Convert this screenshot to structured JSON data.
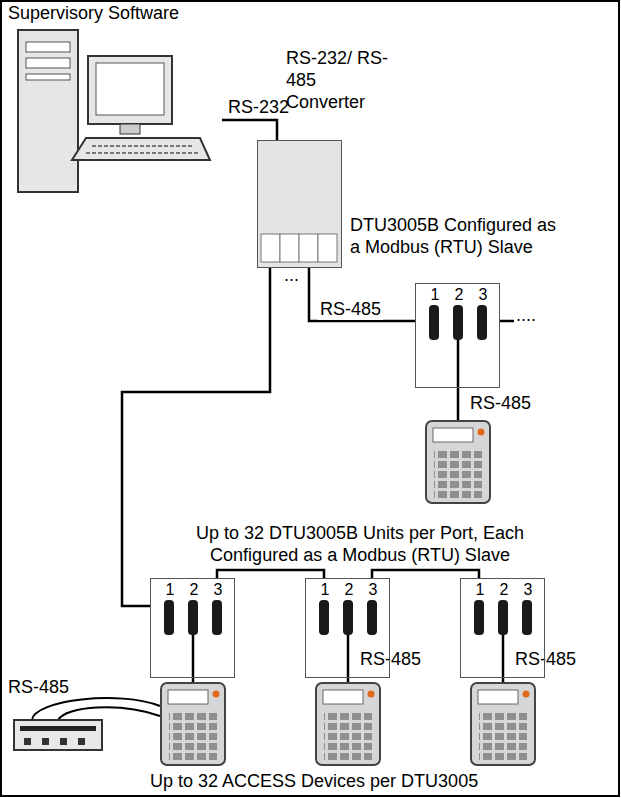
{
  "diagram": {
    "nodes": [
      {
        "text": [
          "Supervisory Software"
        ]
      },
      {
        "text": [
          "RS-232/ RS-485 Converter"
        ]
      },
      {
        "text": [
          "1",
          "2",
          "3"
        ]
      },
      {
        "text": [
          "1",
          "2",
          "3"
        ]
      },
      {
        "text": [
          "1",
          "2",
          "3"
        ]
      },
      {
        "text": [
          "1",
          "2",
          "3"
        ]
      }
    ],
    "edges": [
      {
        "from": 0,
        "to": 1,
        "arrow": "none",
        "label": "RS-232"
      },
      {
        "from": 1,
        "to": 2,
        "arrow": "none",
        "label": "RS-485"
      },
      {
        "from": 1,
        "to": 3,
        "arrow": "none"
      },
      {
        "from": 3,
        "to": 4,
        "arrow": "none"
      },
      {
        "from": 4,
        "to": 5,
        "arrow": "none"
      }
    ],
    "labels": [
      "DTU3005B Configured as a Modbus (RTU) Slave",
      "...",
      "....",
      "RS-485",
      "Up to 32 DTU3005B Units per Port, Each Configured as a Modbus (RTU) Slave",
      "RS-485",
      "RS-485",
      "RS-485",
      "Up to 32 ACCESS Devices per DTU3005"
    ]
  }
}
